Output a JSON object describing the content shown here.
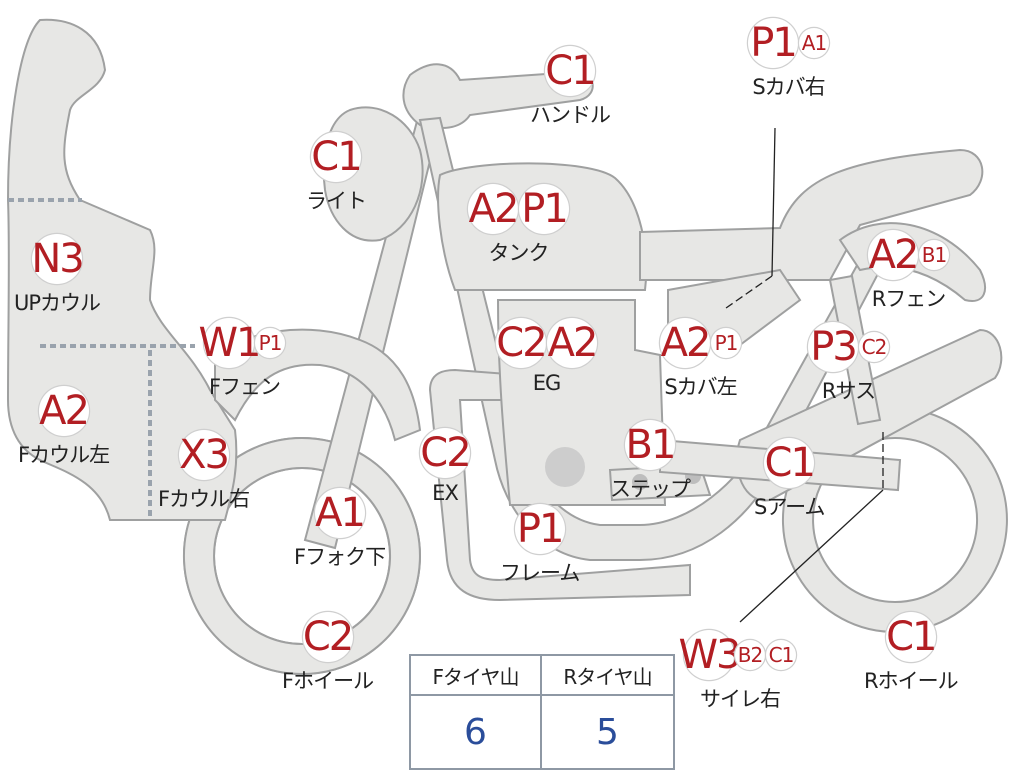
{
  "parts": {
    "handle": {
      "codes": [
        "C1"
      ],
      "sub": [],
      "name": "ハンドル"
    },
    "side_cover_r": {
      "codes": [
        "P1"
      ],
      "sub": [
        "A1"
      ],
      "name": "Sカバ右"
    },
    "light": {
      "codes": [
        "C1"
      ],
      "sub": [],
      "name": "ライト"
    },
    "tank": {
      "codes": [
        "A2",
        "P1"
      ],
      "sub": [],
      "name": "タンク"
    },
    "up_cowl": {
      "codes": [
        "N3"
      ],
      "sub": [],
      "name": "UPカウル"
    },
    "r_fender": {
      "codes": [
        "A2"
      ],
      "sub": [
        "B1"
      ],
      "name": "Rフェン"
    },
    "f_fender": {
      "codes": [
        "W1"
      ],
      "sub": [
        "P1"
      ],
      "name": "Fフェン"
    },
    "engine": {
      "codes": [
        "C2",
        "A2"
      ],
      "sub": [],
      "name": "EG"
    },
    "side_cover_l": {
      "codes": [
        "A2"
      ],
      "sub": [
        "P1"
      ],
      "name": "Sカバ左"
    },
    "r_suspension": {
      "codes": [
        "P3"
      ],
      "sub": [
        "C2"
      ],
      "name": "Rサス"
    },
    "f_cowl_l": {
      "codes": [
        "A2"
      ],
      "sub": [],
      "name": "Fカウル左"
    },
    "f_cowl_r": {
      "codes": [
        "X3"
      ],
      "sub": [],
      "name": "Fカウル右"
    },
    "exhaust": {
      "codes": [
        "C2"
      ],
      "sub": [],
      "name": "EX"
    },
    "step": {
      "codes": [
        "B1"
      ],
      "sub": [],
      "name": "ステップ"
    },
    "swing_arm": {
      "codes": [
        "C1"
      ],
      "sub": [],
      "name": "Sアーム"
    },
    "f_fork_lower": {
      "codes": [
        "A1"
      ],
      "sub": [],
      "name": "Fフォク下"
    },
    "frame": {
      "codes": [
        "P1"
      ],
      "sub": [],
      "name": "フレーム"
    },
    "f_wheel": {
      "codes": [
        "C2"
      ],
      "sub": [],
      "name": "Fホイール"
    },
    "silencer_r": {
      "codes": [
        "W3"
      ],
      "sub": [
        "B2",
        "C1"
      ],
      "name": "サイレ右"
    },
    "r_wheel": {
      "codes": [
        "C1"
      ],
      "sub": [],
      "name": "Rホイール"
    }
  },
  "tread_table": {
    "front_header": "Fタイヤ山",
    "rear_header": "Rタイヤ山",
    "front_value": "6",
    "rear_value": "5"
  }
}
